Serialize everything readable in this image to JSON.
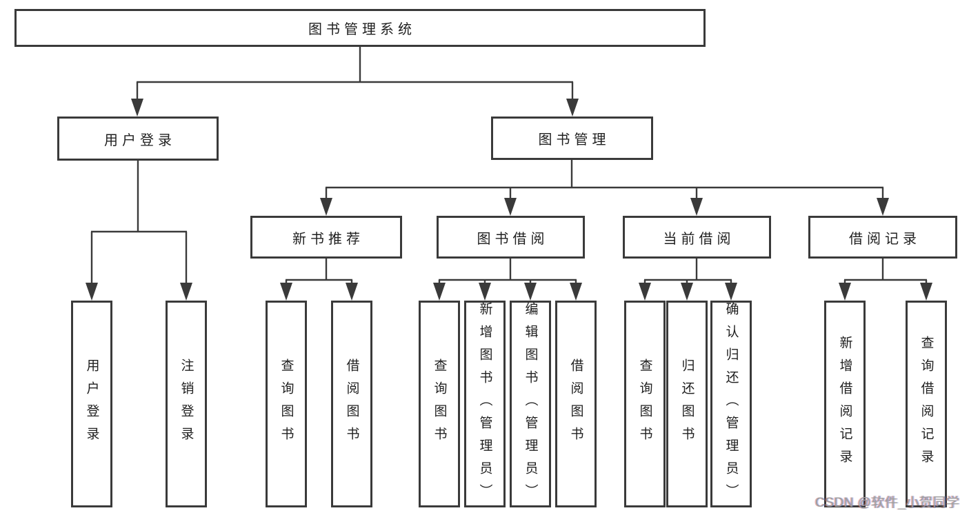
{
  "diagram": {
    "title_node": {
      "label": "图书管理系统"
    },
    "level1": [
      {
        "label": "用户登录"
      },
      {
        "label": "图书管理"
      }
    ],
    "level2": [
      {
        "label": "新书推荐"
      },
      {
        "label": "图书借阅"
      },
      {
        "label": "当前借阅"
      },
      {
        "label": "借阅记录"
      }
    ],
    "leaves": {
      "user_login": [
        {
          "label": "用户登录"
        },
        {
          "label": "注销登录"
        }
      ],
      "new_book": [
        {
          "label": "查询图书"
        },
        {
          "label": "借阅图书"
        }
      ],
      "book_borrow": [
        {
          "label": "查询图书"
        },
        {
          "label": "新增图书（管理员）"
        },
        {
          "label": "编辑图书（管理员）"
        },
        {
          "label": "借阅图书"
        }
      ],
      "current_borrow": [
        {
          "label": "查询图书"
        },
        {
          "label": "归还图书"
        },
        {
          "label": "确认归还（管理员）"
        }
      ],
      "borrow_record": [
        {
          "label": "新增借阅记录"
        },
        {
          "label": "查询借阅记录"
        }
      ]
    },
    "watermark": "CSDN @软件_小贺同学",
    "colors": {
      "line": "#3a3a3a",
      "text": "#1f1f1f",
      "background": "#ffffff",
      "watermark": "#9e9e9e"
    }
  }
}
